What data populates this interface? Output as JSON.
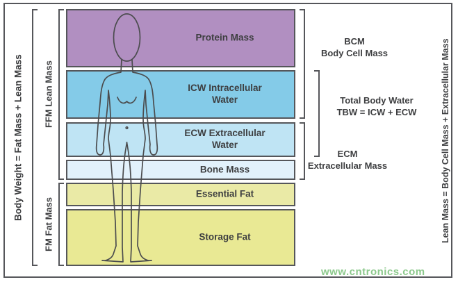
{
  "left": {
    "body_weight_label": "Body Weight = Fat Mass + Lean Mass",
    "ffm_label": "FFM Lean Mass",
    "fm_label": "FM Fat Mass"
  },
  "bands": [
    {
      "label": "Protein Mass",
      "color": "#b18fc1"
    },
    {
      "label": "ICW Intracellular\nWater",
      "color": "#84cbe8"
    },
    {
      "label": "ECW Extracellular\nWater",
      "color": "#bfe4f4"
    },
    {
      "label": "Bone Mass",
      "color": "#e2f1fb"
    },
    {
      "label": "Essential Fat",
      "color": "#eaeaa6"
    },
    {
      "label": "Storage Fat",
      "color": "#e9e994"
    }
  ],
  "right": {
    "bcm_label": "BCM\nBody Cell Mass",
    "tbw_label": "Total Body Water\nTBW = ICW + ECW",
    "ecm_label": "ECM\nExtracellular Mass",
    "lean_mass_label": "Lean Mass = Body Cell Mass + Extracellular Mass"
  },
  "watermark": {
    "text": "www.cntronics.com",
    "color": "#8cc98c"
  }
}
